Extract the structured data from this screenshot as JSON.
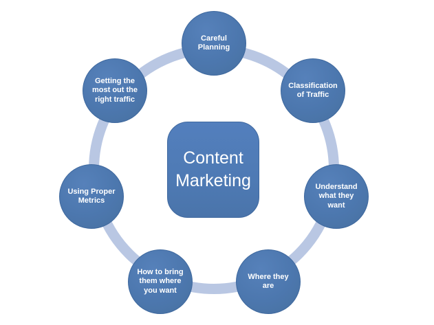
{
  "diagram": {
    "type": "radial-cycle",
    "title": "Content Marketing cycle diagram",
    "center": {
      "label": "Content\nMarketing"
    },
    "nodes": [
      {
        "label": "Careful\nPlanning"
      },
      {
        "label": "Classification\nof Traffic"
      },
      {
        "label": "Understand\nwhat they\nwant"
      },
      {
        "label": "Where they\nare"
      },
      {
        "label": "How to bring\nthem where\nyou want"
      },
      {
        "label": "Using Proper\nMetrics"
      },
      {
        "label": "Getting the\nmost out the\nright traffic"
      }
    ],
    "colors": {
      "node_fill": "#4e79b1",
      "node_border": "#3e689e",
      "ring": "#b9c7e3",
      "text": "#ffffff",
      "background": "#ffffff"
    }
  }
}
